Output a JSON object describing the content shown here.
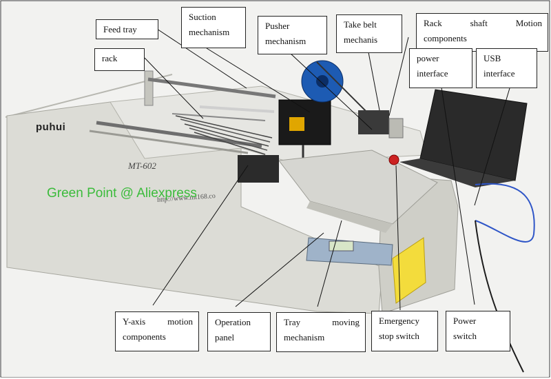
{
  "watermark": "Green Point @ Aliexpress",
  "machine": {
    "brand": "puhui",
    "model": "MT-602",
    "url_fragment": "http://www.mt168.co"
  },
  "labels": {
    "feed_tray": [
      "Feed tray"
    ],
    "suction": [
      "Suction",
      "mechanism"
    ],
    "pusher": [
      "Pusher",
      "mechanism"
    ],
    "take_belt": [
      "Take belt",
      "mechanis"
    ],
    "rack_shaft": [
      "Rack shaft Motion",
      "components"
    ],
    "rack": [
      "rack"
    ],
    "power_interface": [
      "power",
      "interface"
    ],
    "usb_interface": [
      "USB",
      "interface"
    ],
    "y_axis": [
      "Y-axis motion",
      "components"
    ],
    "operation_panel": [
      "Operation",
      "panel"
    ],
    "tray_moving": [
      "Tray moving",
      "mechanism"
    ],
    "emergency": [
      "Emergency",
      "stop switch"
    ],
    "power_switch": [
      "Power",
      "switch"
    ]
  },
  "colors": {
    "machine_body": "#dcdcd6",
    "watermark": "#3bbb3b",
    "emergency_button": "#cc2222",
    "warning_sticker": "#f3dc3c"
  }
}
